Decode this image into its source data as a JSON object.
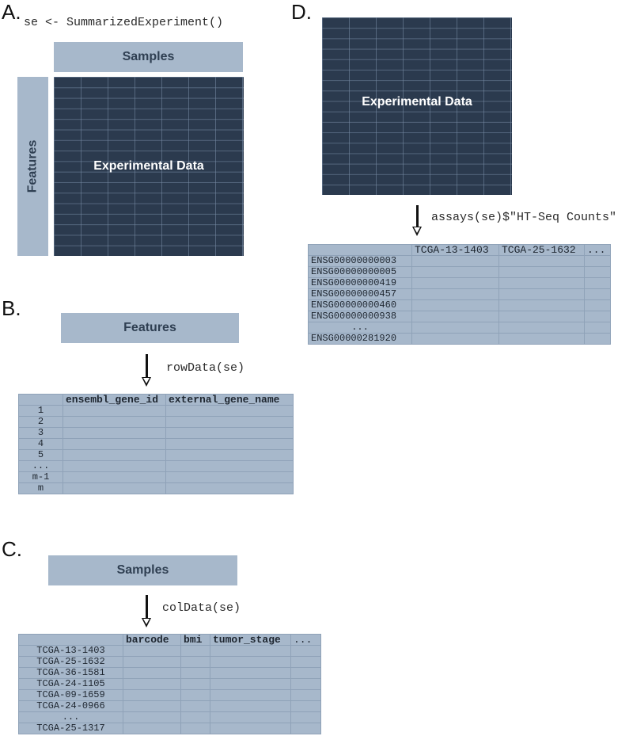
{
  "panels": {
    "A": {
      "letter": "A.",
      "code": "se <- SummarizedExperiment()",
      "samples_label": "Samples",
      "features_label": "Features",
      "data_label": "Experimental Data"
    },
    "B": {
      "letter": "B.",
      "features_label": "Features",
      "code": "rowData(se)",
      "table": {
        "headers": [
          "",
          "ensembl_gene_id",
          "external_gene_name"
        ],
        "rows": [
          "1",
          "2",
          "3",
          "4",
          "5",
          "...",
          "m-1",
          "m"
        ]
      }
    },
    "C": {
      "letter": "C.",
      "samples_label": "Samples",
      "code": "colData(se)",
      "table": {
        "headers": [
          "",
          "barcode",
          "bmi",
          "tumor_stage",
          "..."
        ],
        "rows": [
          "TCGA-13-1403",
          "TCGA-25-1632",
          "TCGA-36-1581",
          "TCGA-24-1105",
          "TCGA-09-1659",
          "TCGA-24-0966",
          "...",
          "TCGA-25-1317"
        ]
      }
    },
    "D": {
      "letter": "D.",
      "data_label": "Experimental Data",
      "code": "assays(se)$\"HT-Seq Counts\"",
      "table": {
        "headers": [
          "",
          "TCGA-13-1403",
          "TCGA-25-1632",
          "..."
        ],
        "rows": [
          "ENSG00000000003",
          "ENSG00000000005",
          "ENSG00000000419",
          "ENSG00000000457",
          "ENSG00000000460",
          "ENSG00000000938",
          "...",
          "ENSG00000281920"
        ]
      }
    }
  },
  "colors": {
    "light_blue": "#a7b8cb",
    "dark_navy": "#2b3a4e",
    "grid_line": "#8fa2b8"
  }
}
